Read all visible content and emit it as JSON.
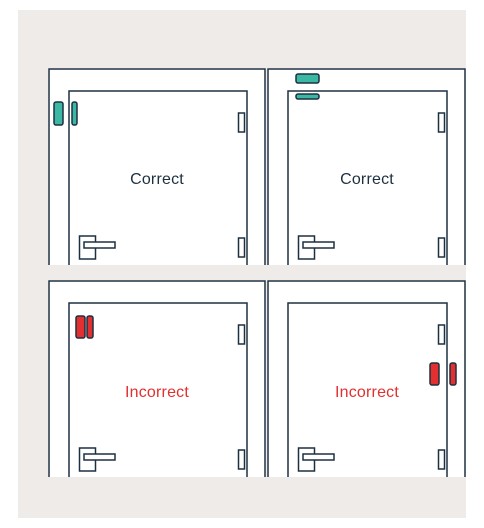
{
  "colors": {
    "background": "#efebe8",
    "panel": "#ffffff",
    "outline": "#1d3040",
    "sensor_correct": "#3bb8a3",
    "sensor_incorrect": "#e32f2f",
    "label_correct": "#1d3040",
    "label_incorrect": "#e32f2f"
  },
  "panels": [
    {
      "label": "Correct",
      "status": "correct",
      "sensor_placement": "frame-left-vertical"
    },
    {
      "label": "Correct",
      "status": "correct",
      "sensor_placement": "frame-top-horizontal"
    },
    {
      "label": "Incorrect",
      "status": "incorrect",
      "sensor_placement": "door-top-left-inside"
    },
    {
      "label": "Incorrect",
      "status": "incorrect",
      "sensor_placement": "door-right-edge-middle"
    }
  ]
}
